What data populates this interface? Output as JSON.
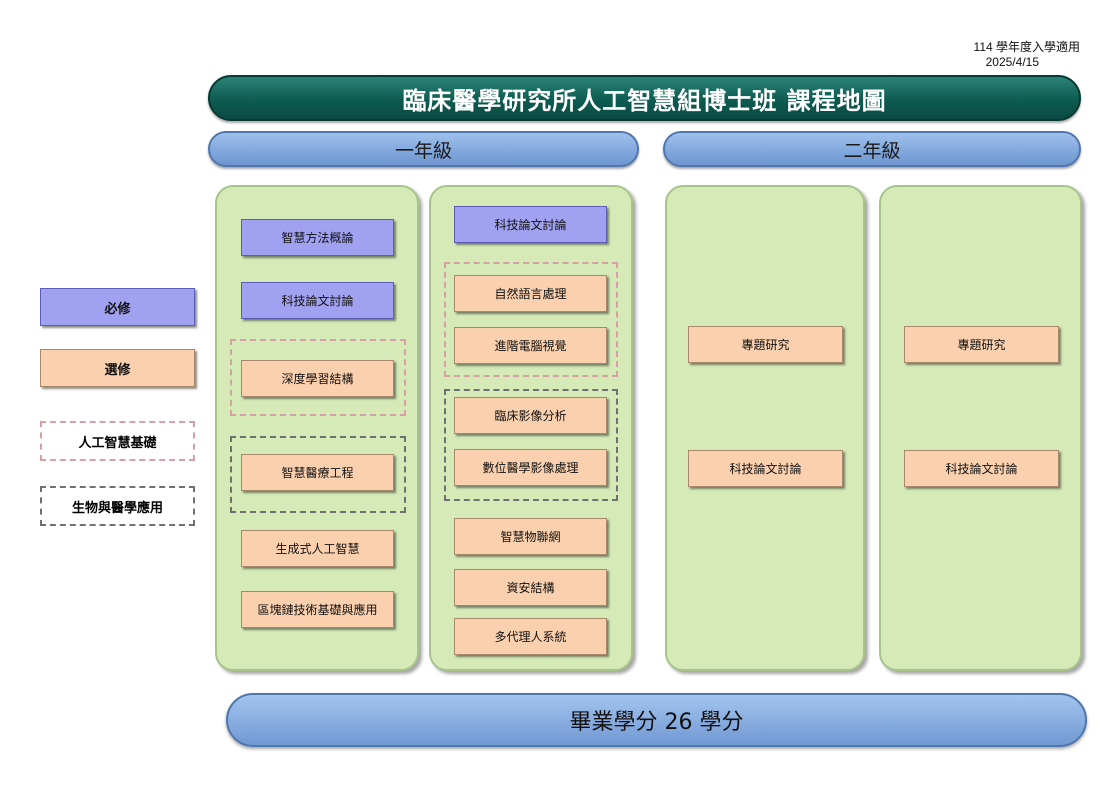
{
  "header": {
    "academic_year": "114 學年度入學適用",
    "date": "2025/4/15",
    "title": "臨床醫學研究所人工智慧組博士班 課程地圖"
  },
  "years": {
    "first": "一年級",
    "second": "二年級"
  },
  "legend": {
    "required": "必修",
    "elective": "選修",
    "ai_foundation": "人工智慧基礎",
    "bio_medical": "生物與醫學應用"
  },
  "year1_col1": [
    "智慧方法概論",
    "科技論文討論",
    "深度學習結構",
    "智慧醫療工程",
    "生成式人工智慧",
    "區塊鏈技術基礎與應用"
  ],
  "year1_col2": [
    "科技論文討論",
    "自然語言處理",
    "進階電腦視覺",
    "臨床影像分析",
    "數位醫學影像處理",
    "智慧物聯網",
    "資安結構",
    "多代理人系統"
  ],
  "year2_col1": [
    "專題研究",
    "科技論文討論"
  ],
  "year2_col2": [
    "專題研究",
    "科技論文討論"
  ],
  "footer": {
    "graduation": "畢業學分 26 學分"
  },
  "colors": {
    "title_bar": "#0d5b51",
    "year_bar": "#7fa7dc",
    "panel": "#d5eab7",
    "required": "#a1a1f2",
    "elective": "#fbd0ae",
    "ai_group_border": "#d7a0a5",
    "bio_group_border": "#707070"
  }
}
